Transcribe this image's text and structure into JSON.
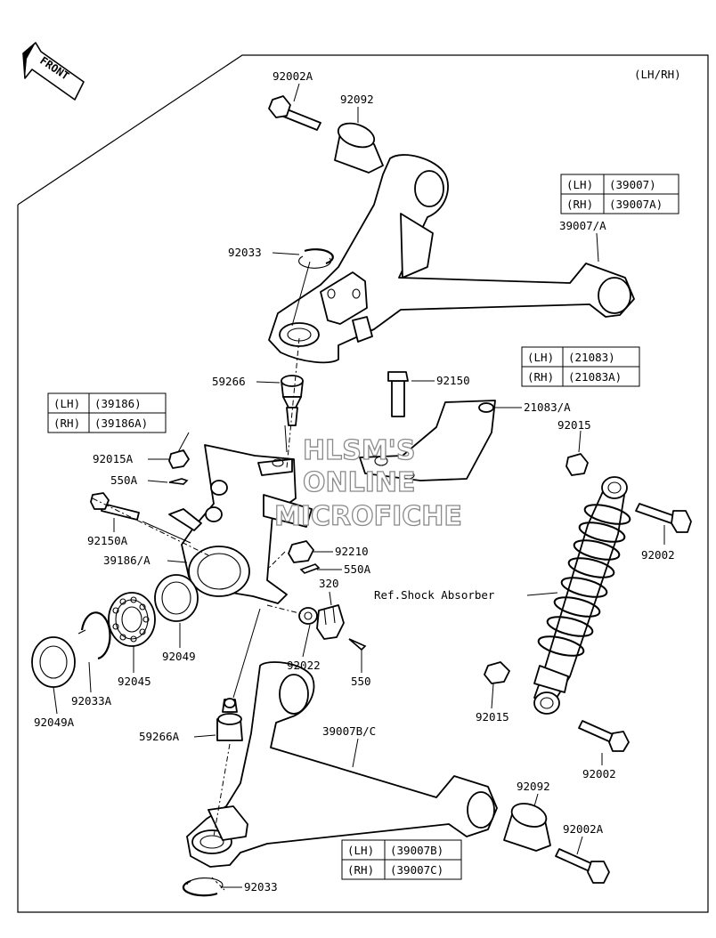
{
  "header": {
    "variant": "(LH/RH)",
    "front_label": "FRONT"
  },
  "watermark": [
    "HLSM'S",
    "ONLINE",
    "MICROFICHE"
  ],
  "tables": {
    "upper_arm": [
      [
        "(LH)",
        "(39007)"
      ],
      [
        "(RH)",
        "(39007A)"
      ]
    ],
    "bracket": [
      [
        "(LH)",
        "(21083)"
      ],
      [
        "(RH)",
        "(21083A)"
      ]
    ],
    "knuckle": [
      [
        "(LH)",
        "(39186)"
      ],
      [
        "(RH)",
        "(39186A)"
      ]
    ],
    "lower_arm": [
      [
        "(LH)",
        "(39007B)"
      ],
      [
        "(RH)",
        "(39007C)"
      ]
    ]
  },
  "parts": {
    "p92002A_top": "92002A",
    "p92092_top": "92092",
    "p39007_A": "39007/A",
    "p92033_top": "92033",
    "p59266": "59266",
    "p92150": "92150",
    "p21083_A": "21083/A",
    "p92015_right": "92015",
    "p92015A": "92015A",
    "p550A_top": "550A",
    "p92150A": "92150A",
    "p39186_A": "39186/A",
    "p92210": "92210",
    "p550A_mid": "550A",
    "p320": "320",
    "shock": "Ref.Shock Absorber",
    "p92002_right": "92002",
    "p92049": "92049",
    "p92022": "92022",
    "p550": "550",
    "p92045": "92045",
    "p92033A": "92033A",
    "p92049A": "92049A",
    "p92015_low": "92015",
    "p59266A": "59266A",
    "p39007B_C": "39007B/C",
    "p92002_low": "92002",
    "p92092_low": "92092",
    "p92002A_low": "92002A",
    "p92033_low": "92033"
  }
}
